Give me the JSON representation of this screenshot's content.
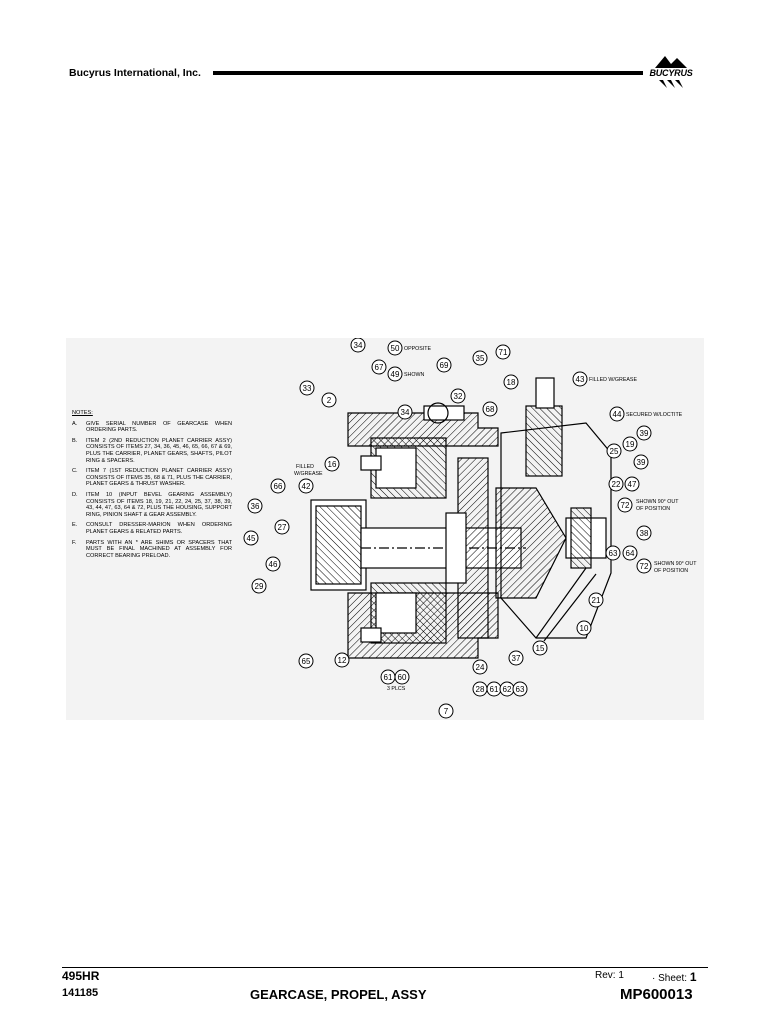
{
  "header": {
    "company": "Bucyrus International, Inc.",
    "logo_text": "BUCYRUS"
  },
  "notes": {
    "title": "NOTES:",
    "items": [
      {
        "letter": "A.",
        "text": "GIVE SERIAL NUMBER OF GEARCASE WHEN ORDERING PARTS."
      },
      {
        "letter": "B.",
        "text": "ITEM 2 (2ND REDUCTION PLANET CARRIER ASSY) CONSISTS OF ITEMS 27, 34, 36, 45, 46, 65, 66, 67 & 69, PLUS THE CARRIER, PLANET GEARS, SHAFTS, PILOT RING & SPACERS."
      },
      {
        "letter": "C.",
        "text": "ITEM 7 (1ST REDUCTION PLANET CARRIER ASSY) CONSISTS OF ITEMS 35, 68 & 71, PLUS THE CARRIER, PLANET GEARS & THRUST WASHER."
      },
      {
        "letter": "D.",
        "text": "ITEM 10 (INPUT BEVEL GEARING ASSEMBLY) CONSISTS OF ITEMS 18, 19, 21, 22, 24, 25, 37, 38, 39, 43, 44, 47, 63, 64 & 72, PLUS THE HOUSING, SUPPORT RING, PINION SHAFT & GEAR ASSEMBLY."
      },
      {
        "letter": "E.",
        "text": "CONSULT DRESSER-MARION WHEN ORDERING PLANET GEARS & RELATED PARTS."
      },
      {
        "letter": "F.",
        "text": "PARTS WITH AN * ARE SHIMS OR SPACERS THAT MUST BE FINAL MACHINED AT ASSEMBLY FOR CORRECT BEARING PRELOAD."
      }
    ]
  },
  "annotations": {
    "opposite": "OPPOSITE",
    "shown": "SHOWN",
    "filled_w_grease": "FILLED W/GREASE",
    "secured_w_loctite": "SECURED W/LOCTITE",
    "filled": "FILLED",
    "w_grease": "W/GREASE",
    "shown_90_out": "SHOWN 90° OUT",
    "of_position": "OF POSITION",
    "three_plcs": "3 PLCS"
  },
  "callouts": [
    "34",
    "50",
    "67",
    "49",
    "69",
    "35",
    "71",
    "33",
    "2",
    "34",
    "32",
    "68",
    "18",
    "43",
    "44",
    "39",
    "19",
    "25",
    "39",
    "16",
    "66",
    "42",
    "22",
    "47",
    "72",
    "36",
    "27",
    "45",
    "38",
    "46",
    "63",
    "64",
    "72",
    "29",
    "21",
    "10",
    "65",
    "12",
    "37",
    "15",
    "24",
    "61",
    "60",
    "28",
    "61",
    "62",
    "63",
    "7"
  ],
  "footer": {
    "model": "495HR",
    "drawing_number": "141185",
    "title": "GEARCASE, PROPEL, ASSY",
    "rev_label": "Rev:",
    "rev_value": "1",
    "sheet_label": "Sheet:",
    "sheet_value": "1",
    "part_number": "MP600013"
  }
}
